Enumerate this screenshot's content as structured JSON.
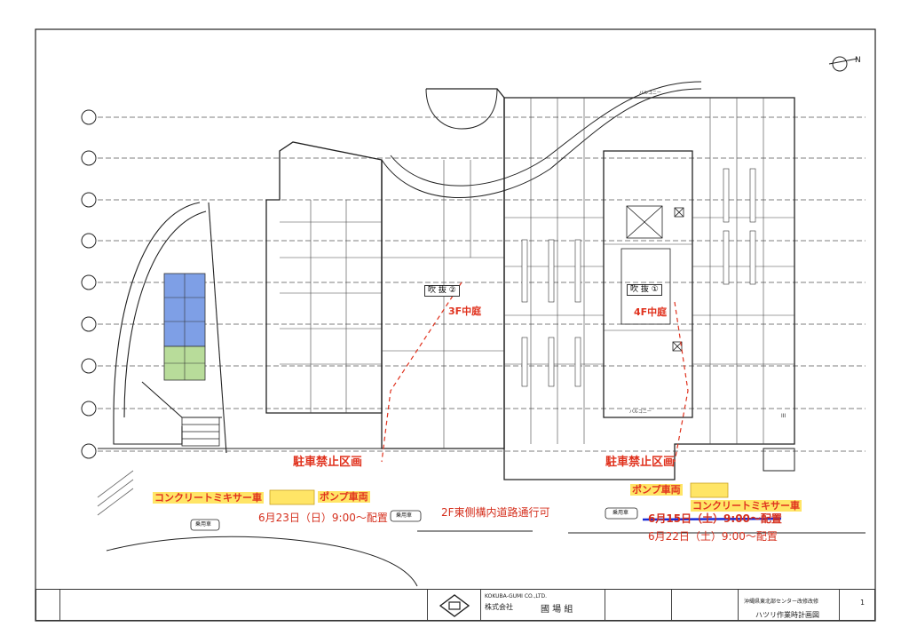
{
  "plan": {
    "atrium2_label": "吹 抜 ②",
    "atrium1_label": "吹 抜 ①",
    "courtyard_3f": "3F中庭",
    "courtyard_4f": "4F中庭",
    "no_parking_left": "駐車禁止区画",
    "no_parking_right": "駐車禁止区画",
    "mixer_left": "コンクリートミキサー車",
    "pump_left": "ポンプ車両",
    "pump_right": "ポンプ車両",
    "mixer_right": "コンクリートミキサー車",
    "date_left": "6月23日（日）9:00～配置",
    "road_note": "2F東側構内道路通行可",
    "date_right_old": "6月15日（土）9:00～配置",
    "date_right_new": "6月22日（土）9:00～配置",
    "car_label": "乗用車",
    "balcony": "バルコニー",
    "north_mark": "N"
  },
  "title_block": {
    "company_en": "KOKUBA-GUMI CO.,LTD.",
    "company_kind": "株式会社",
    "company_name": "國 場 組",
    "project": "沖縄県東北部センター改修改修",
    "drawing_title": "ハツリ作業時計画図",
    "drawing_no": "1"
  },
  "colors": {
    "red": "#e0321e",
    "highlight": "#ffe566",
    "blue_zone": "#7e9fe6",
    "green_zone": "#b8dc9a",
    "strike": "#1a2bd6"
  }
}
